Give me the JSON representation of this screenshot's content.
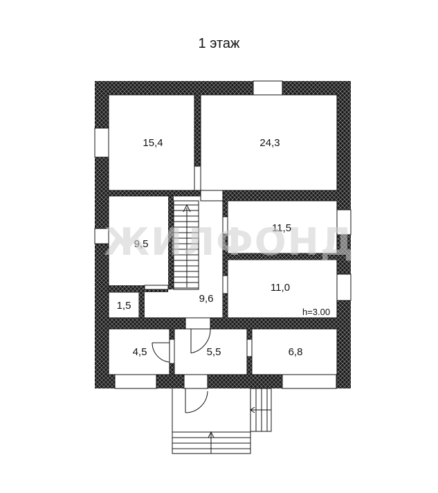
{
  "title": "1 этаж",
  "watermark": "ЖИЛФОНД",
  "ceiling_height": "h=3.00",
  "rooms": [
    {
      "id": "r1",
      "area": "15,4"
    },
    {
      "id": "r2",
      "area": "24,3"
    },
    {
      "id": "r3",
      "area": "9,5"
    },
    {
      "id": "r4",
      "area": "11,5"
    },
    {
      "id": "r5",
      "area": "11,0"
    },
    {
      "id": "r6",
      "area": "1,5"
    },
    {
      "id": "r7",
      "area": "9,6"
    },
    {
      "id": "r8",
      "area": "4,5"
    },
    {
      "id": "r9",
      "area": "5,5"
    },
    {
      "id": "r10",
      "area": "6,8"
    }
  ],
  "colors": {
    "wall": "#1a1a1a",
    "hatch": "#ffffff",
    "room": "#ffffff",
    "line": "#111111"
  }
}
